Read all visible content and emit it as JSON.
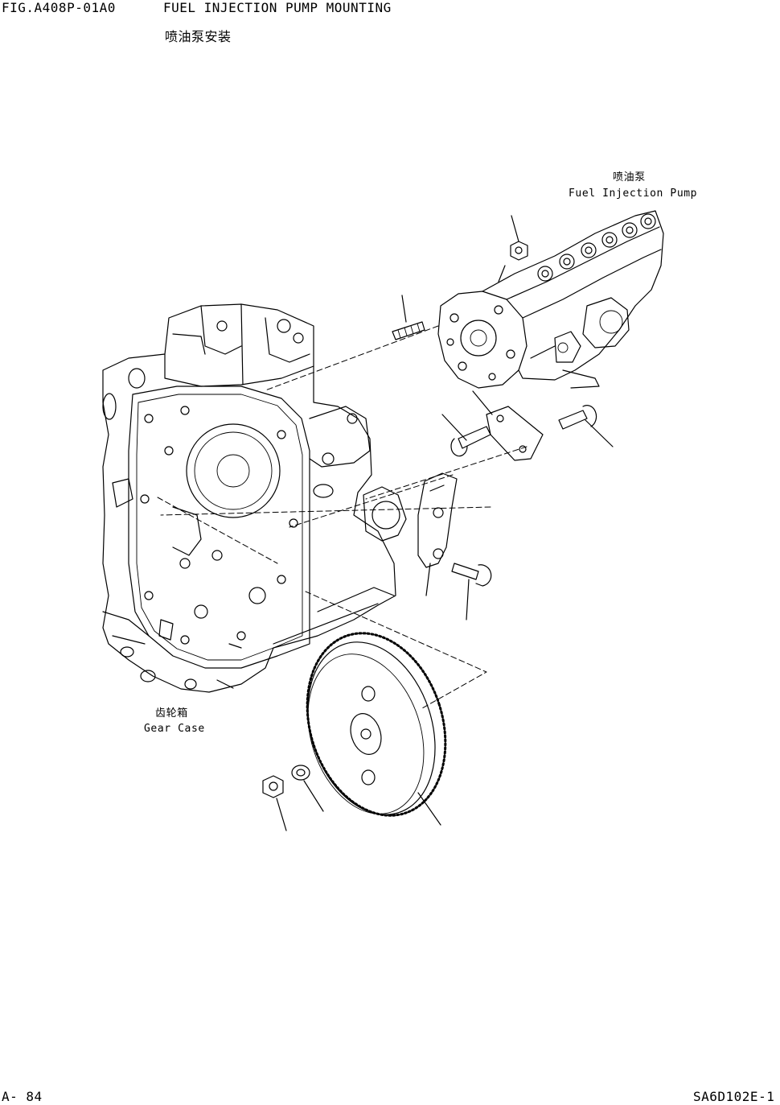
{
  "header": {
    "figure_no": "FIG.A408P-01A0",
    "title_en": "FUEL INJECTION PUMP MOUNTING",
    "title_cn": "喷油泵安装"
  },
  "labels": {
    "pump_cn": "喷油泵",
    "pump_en": "Fuel Injection Pump",
    "gearcase_cn": "齿轮箱",
    "gearcase_en": "Gear Case"
  },
  "footer": {
    "page": "A- 84",
    "model": "SA6D102E-1"
  }
}
